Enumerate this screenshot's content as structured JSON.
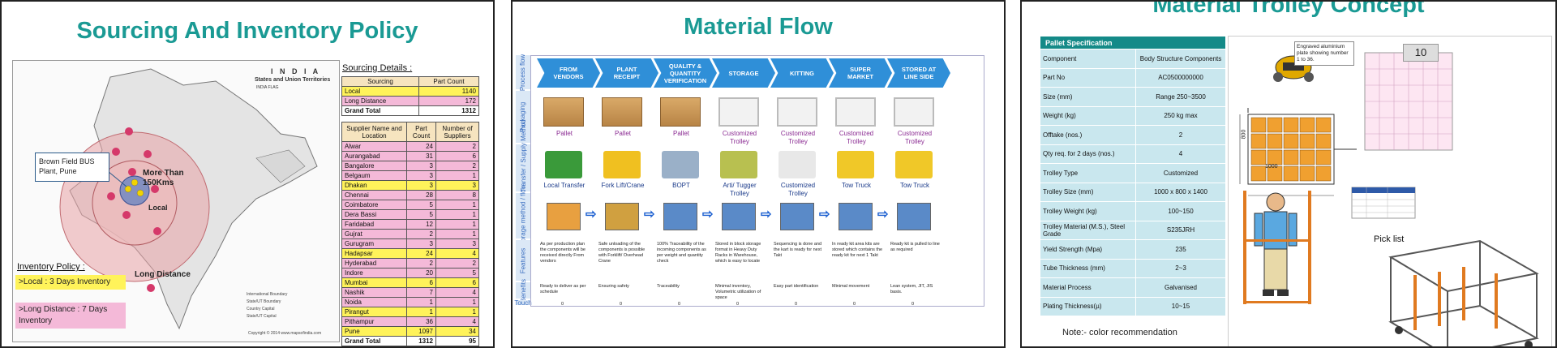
{
  "slide1": {
    "title": "Sourcing And Inventory Policy",
    "map": {
      "caption": "I N D I A",
      "caption_sub": "States and Union Territories",
      "caption_flag": "INDIA FLAG",
      "brown_field": "Brown Field BUS Plant, Pune",
      "more_than": "More Than 150Kms",
      "local": "Local",
      "long_distance": "Long Distance",
      "legend": [
        "International Boundary",
        "State/UT Boundary",
        "Country Capital",
        "State/UT Capital"
      ],
      "copyright": "Copyright © 2014 www.mapsofindia.com"
    },
    "inventory_policy": {
      "title": "Inventory Policy :",
      "local": ">Local  :  3  Days Inventory",
      "long": ">Long  Distance  :  7 Days Inventory"
    },
    "sourcing_details": {
      "title": "Sourcing Details :",
      "headers": [
        "Sourcing",
        "Part Count"
      ],
      "rows": [
        {
          "label": "Local",
          "value": "1140"
        },
        {
          "label": "Long Distance",
          "value": "172"
        },
        {
          "label": "Grand Total",
          "value": "1312"
        }
      ]
    },
    "supplier_table": {
      "headers": [
        "Supplier Name and Location",
        "Part Count",
        "Number of Suppliers"
      ],
      "rows": [
        {
          "name": "Alwar",
          "parts": "24",
          "suppliers": "2",
          "color": "pk"
        },
        {
          "name": "Aurangabad",
          "parts": "31",
          "suppliers": "6",
          "color": "pk"
        },
        {
          "name": "Bangalore",
          "parts": "3",
          "suppliers": "2",
          "color": "pk"
        },
        {
          "name": "Belgaum",
          "parts": "3",
          "suppliers": "1",
          "color": "pk"
        },
        {
          "name": "Dhakan",
          "parts": "3",
          "suppliers": "3",
          "color": "yl"
        },
        {
          "name": "Chennai",
          "parts": "28",
          "suppliers": "8",
          "color": "pk"
        },
        {
          "name": "Coimbatore",
          "parts": "5",
          "suppliers": "1",
          "color": "pk"
        },
        {
          "name": "Dera Bassi",
          "parts": "5",
          "suppliers": "1",
          "color": "pk"
        },
        {
          "name": "Faridabad",
          "parts": "12",
          "suppliers": "1",
          "color": "pk"
        },
        {
          "name": "Gujrat",
          "parts": "2",
          "suppliers": "1",
          "color": "pk"
        },
        {
          "name": "Gurugram",
          "parts": "3",
          "suppliers": "3",
          "color": "pk"
        },
        {
          "name": "Hadapsar",
          "parts": "24",
          "suppliers": "4",
          "color": "yl"
        },
        {
          "name": "Hyderabad",
          "parts": "2",
          "suppliers": "2",
          "color": "pk"
        },
        {
          "name": "Indore",
          "parts": "20",
          "suppliers": "5",
          "color": "pk"
        },
        {
          "name": "Mumbai",
          "parts": "6",
          "suppliers": "6",
          "color": "yl"
        },
        {
          "name": "Nashik",
          "parts": "7",
          "suppliers": "4",
          "color": "pk"
        },
        {
          "name": "Noida",
          "parts": "1",
          "suppliers": "1",
          "color": "pk"
        },
        {
          "name": "Pirangut",
          "parts": "1",
          "suppliers": "1",
          "color": "yl"
        },
        {
          "name": "Pithampur",
          "parts": "36",
          "suppliers": "4",
          "color": "pk"
        },
        {
          "name": "Pune",
          "parts": "1097",
          "suppliers": "34",
          "color": "yl"
        },
        {
          "name": "Grand Total",
          "parts": "1312",
          "suppliers": "95",
          "color": "wh"
        }
      ]
    }
  },
  "slide2": {
    "title": "Material Flow",
    "row_labels": [
      "Process flow",
      "Packaging",
      "Mode of Transfer / Supply Method",
      "Storage method / flow",
      "Features",
      "Benefits",
      "Touch"
    ],
    "stages": [
      "FROM VENDORS",
      "PLANT RECEIPT",
      "QUALITY & QUANTITY VERIFICATION",
      "STORAGE",
      "KITTING",
      "SUPER MARKET",
      "STORED AT LINE SIDE"
    ],
    "packaging": [
      "Pallet",
      "Pallet",
      "Pallet",
      "Customized Trolley",
      "Customized Trolley",
      "Customized Trolley",
      "Customized Trolley"
    ],
    "modes": [
      "Local Transfer",
      "Fork Lift/Crane",
      "BOPT",
      "Arti/ Tugger Trolley",
      "Customized Trolley",
      "Tow Truck",
      "Tow Truck"
    ],
    "features": [
      "As per production plan the components will be received directly From vendors",
      "Safe unloading of the components is possible with Forklift/ Overhead Crane",
      "100% Traceability of the incoming components as per weight and quantity check",
      "Stored in block storage format in Heavy Duty Racks in Warehouse, which is easy to locate",
      "Sequencing is done and the kart is ready for next Takt",
      "In ready kit area kits are stored which contains the ready kit for next 1 Takt",
      "Ready kit is pulled to line as required"
    ],
    "benefits": [
      "Ready to deliver as per schedule",
      "Ensuring safety",
      "Traceability",
      "Minimal inventory, Volumetric utilization of space",
      "Easy part identification",
      "Minimal movement",
      "Lean system, JIT, JIS basis."
    ],
    "touch": [
      "0",
      "0",
      "0",
      "0",
      "0",
      "0",
      "0"
    ]
  },
  "slide3": {
    "title": "Material Trolley Concept",
    "spec_header": "Pallet Specification",
    "specs": [
      {
        "k": "Component",
        "v": "Body Structure Components"
      },
      {
        "k": "Part No",
        "v": "AC0500000000"
      },
      {
        "k": "Size (mm)",
        "v": "Range 250~3500"
      },
      {
        "k": "Weight (kg)",
        "v": "250 kg max"
      },
      {
        "k": "Offtake (nos.)",
        "v": "2"
      },
      {
        "k": "Qty req. for 2 days (nos.)",
        "v": "4"
      },
      {
        "k": "Trolley Type",
        "v": "Customized"
      },
      {
        "k": "Trolley Size (mm)",
        "v": "1000 x 800 x 1400"
      },
      {
        "k": "Trolley Weight (kg)",
        "v": "100~150"
      },
      {
        "k": "Trolley Material (M.S.), Steel Grade",
        "v": "S235JRH"
      },
      {
        "k": "Yield Strength (Mpa)",
        "v": "235"
      },
      {
        "k": "Tube Thickness (mm)",
        "v": "2~3"
      },
      {
        "k": "Material Process",
        "v": "Galvanised"
      },
      {
        "k": "Plating Thickness(µ)",
        "v": "10~15"
      }
    ],
    "note": "Note:- color recommendation",
    "engraved": "Engraved aluminium plate showing number 1 to 36.",
    "badge": "10",
    "pick_list": "Pick list",
    "dim_width": "1000",
    "dim_depth": "800"
  }
}
